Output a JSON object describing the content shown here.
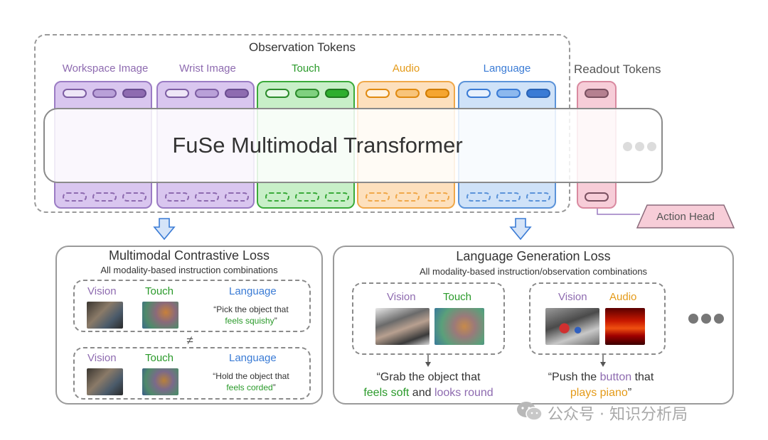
{
  "header": {
    "observation_tokens": "Observation Tokens",
    "readout_tokens": "Readout Tokens"
  },
  "modalities": {
    "workspace": "Workspace Image",
    "wrist": "Wrist Image",
    "touch": "Touch",
    "audio": "Audio",
    "language": "Language"
  },
  "transformer_label": "FuSe Multimodal Transformer",
  "action_head": "Action Head",
  "contrastive": {
    "title": "Multimodal Contrastive Loss",
    "subtitle": "All modality-based instruction combinations",
    "not_equal": "≠",
    "row1": {
      "vision": "Vision",
      "touch": "Touch",
      "language": "Language",
      "quote_a": "“Pick the object that",
      "quote_b": "feels squishy",
      "quote_end": "”"
    },
    "row2": {
      "vision": "Vision",
      "touch": "Touch",
      "language": "Language",
      "quote_a": "“Hold the object that",
      "quote_b": "feels corded",
      "quote_end": "”"
    }
  },
  "generation": {
    "title": "Language Generation Loss",
    "subtitle": "All modality-based instruction/observation combinations",
    "ex1": {
      "vision": "Vision",
      "touch": "Touch",
      "line1": "“Grab the object that",
      "soft": "feels soft",
      "and": " and ",
      "round": "looks round"
    },
    "ex2": {
      "vision": "Vision",
      "audio": "Audio",
      "line1a": "“Push the ",
      "button": "button",
      "line1b": " that",
      "piano": "plays piano",
      "end": "”"
    }
  },
  "watermark": "公众号 · 知识分析局",
  "colors": {
    "purple": "#8e6bb0",
    "green": "#2a9a2a",
    "orange": "#e49a18",
    "blue": "#3a7bd5",
    "pink": "#e8a8b8"
  }
}
